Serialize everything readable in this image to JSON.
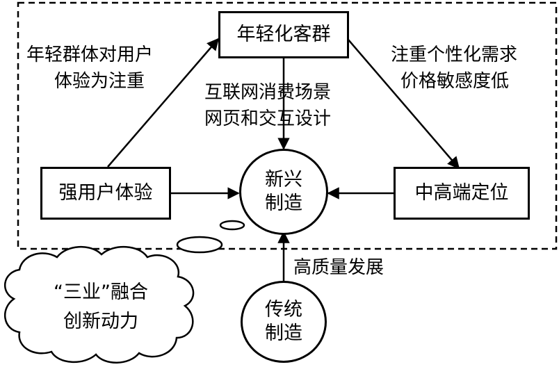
{
  "nodes": {
    "top": "年轻化客群",
    "left": "强用户体验",
    "right": "中高端定位",
    "center_line1": "新兴",
    "center_line2": "制造",
    "bottom_line1": "传统",
    "bottom_line2": "制造"
  },
  "edge_labels": {
    "left_line1": "年轻群体对用户",
    "left_line2": "体验为注重",
    "right_line1": "注重个性化需求",
    "right_line2": "价格敏感度低",
    "middle_line1": "互联网消费场景",
    "middle_line2": "网页和交互设计",
    "bottom": "高质量发展"
  },
  "cloud": {
    "line1": "“三业”融合",
    "line2": "创新动力"
  }
}
